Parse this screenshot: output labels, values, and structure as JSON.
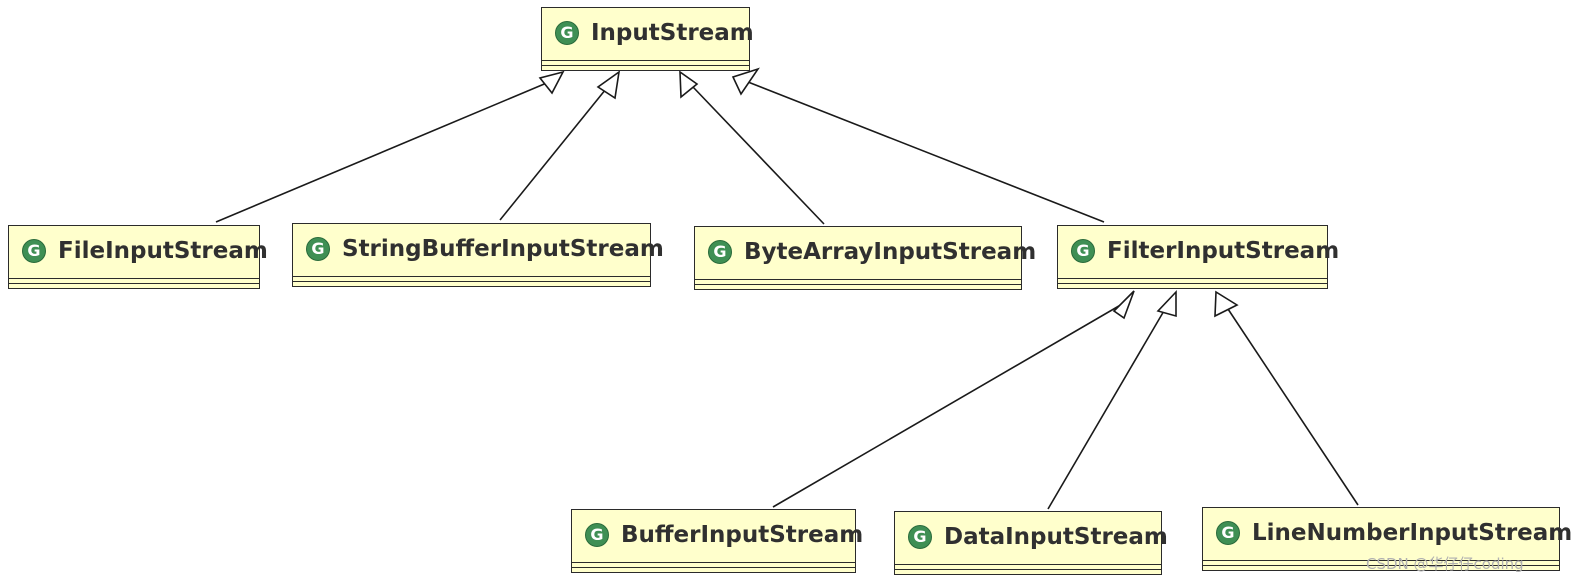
{
  "icon_letter": "G",
  "classes": {
    "input_stream": "InputStream",
    "file_input_stream": "FileInputStream",
    "string_buffer_input_stream": "StringBufferInputStream",
    "byte_array_input_stream": "ByteArrayInputStream",
    "filter_input_stream": "FilterInputStream",
    "buffer_input_stream": "BufferInputStream",
    "data_input_stream": "DataInputStream",
    "line_number_input_stream": "LineNumberInputStream"
  },
  "watermark": "CSDN @华仔仔coding",
  "colors": {
    "class_fill": "#ffffcc",
    "class_border": "#2b2b2b",
    "icon_green": "#3f8f54"
  }
}
